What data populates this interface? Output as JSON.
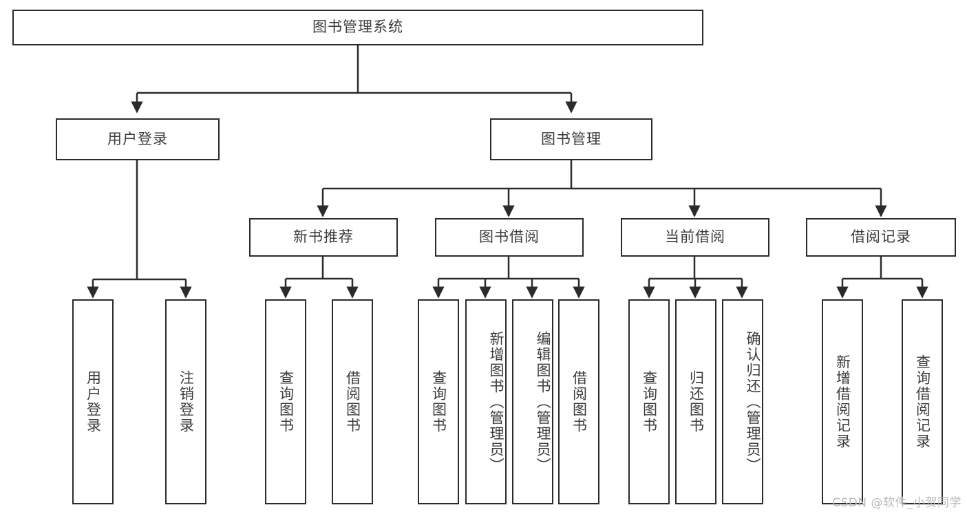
{
  "diagram": {
    "title": "图书管理系统",
    "type": "tree",
    "stroke_color": "#2b2b2b",
    "text_color": "#3b3b3b",
    "background_color": "#ffffff",
    "root": {
      "label": "图书管理系统"
    },
    "level2": [
      {
        "label": "用户登录"
      },
      {
        "label": "图书管理"
      }
    ],
    "level3": [
      {
        "label": "新书推荐"
      },
      {
        "label": "图书借阅"
      },
      {
        "label": "当前借阅"
      },
      {
        "label": "借阅记录"
      }
    ],
    "leaves": {
      "user_login": [
        {
          "label": "用户登录"
        },
        {
          "label": "注销登录"
        }
      ],
      "new_book_recommend": [
        {
          "label": "查询图书"
        },
        {
          "label": "借阅图书"
        }
      ],
      "book_borrow": [
        {
          "label": "查询图书"
        },
        {
          "label": "新增图书（管理员）"
        },
        {
          "label": "编辑图书（管理员）"
        },
        {
          "label": "借阅图书"
        }
      ],
      "current_borrow": [
        {
          "label": "查询图书"
        },
        {
          "label": "归还图书"
        },
        {
          "label": "确认归还（管理员）"
        }
      ],
      "borrow_record": [
        {
          "label": "新增借阅记录"
        },
        {
          "label": "查询借阅记录"
        }
      ]
    }
  },
  "watermark": {
    "text": "CSDN @软件_小贺同学"
  }
}
